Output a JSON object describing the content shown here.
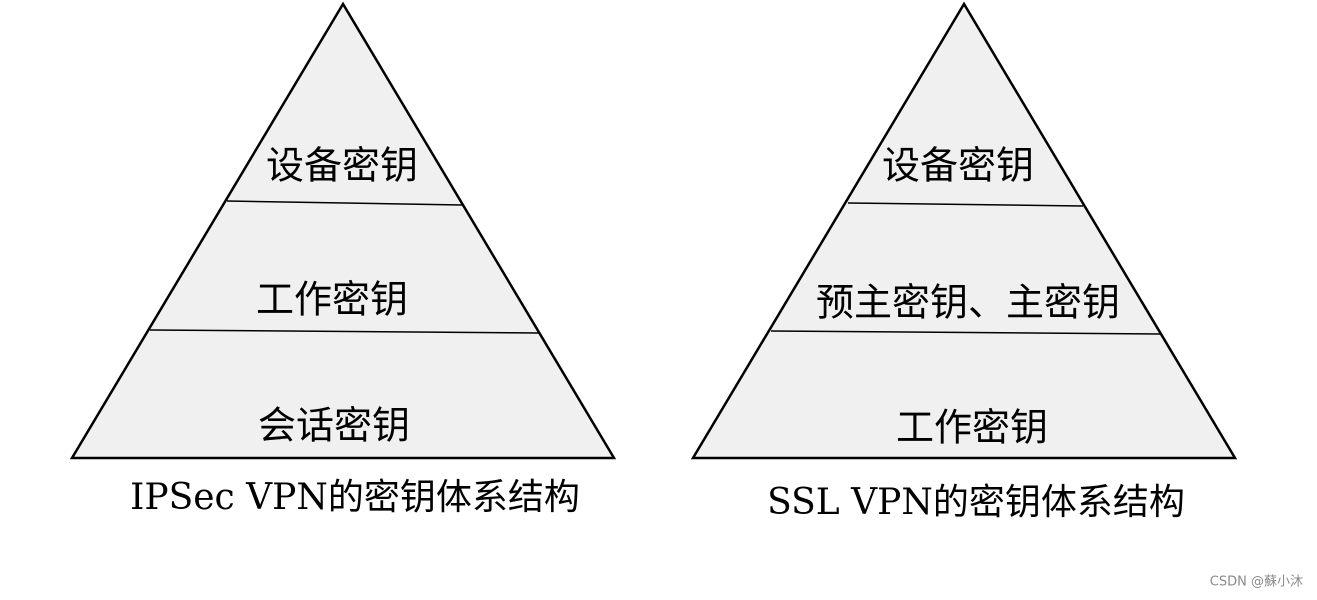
{
  "diagrams": [
    {
      "layers": [
        "设备密钥",
        "工作密钥",
        "会话密钥"
      ],
      "caption": "IPSec VPN的密钥体系结构"
    },
    {
      "layers": [
        "设备密钥",
        "预主密钥、主密钥",
        "工作密钥"
      ],
      "caption": "SSL VPN的密钥体系结构"
    }
  ],
  "watermark": "CSDN @蘇小沐",
  "colors": {
    "pyramid_fill": "#f0f0f0",
    "line": "#000000",
    "text": "#000000",
    "watermark": "#8a8a8a"
  }
}
